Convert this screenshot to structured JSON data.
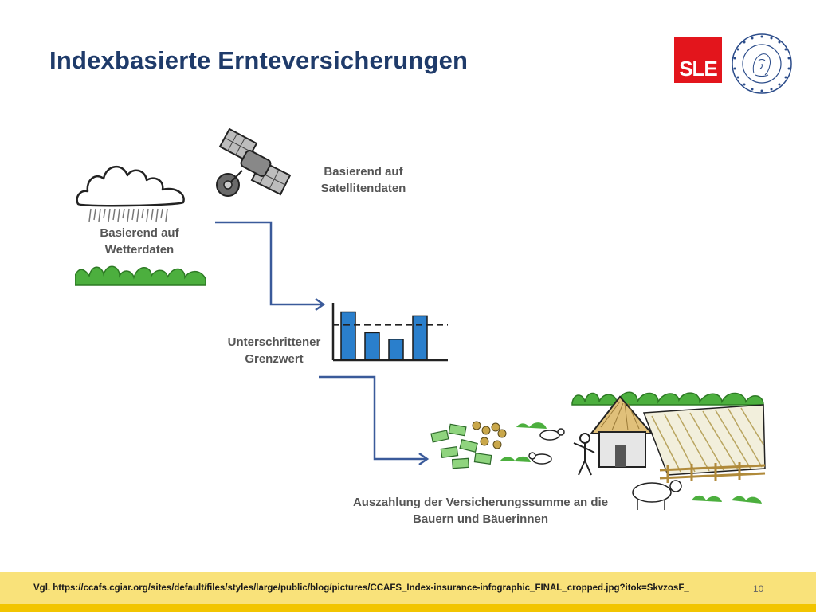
{
  "slide": {
    "title": "Indexbasierte Ernteversicherungen",
    "page_number": "10",
    "source_note": "Vgl. https://ccafs.cgiar.org/sites/default/files/styles/large/public/blog/pictures/CCAFS_Index-insurance-infographic_FINAL_cropped.jpg?itok=SkvzosF_"
  },
  "logos": {
    "sle": "SLE",
    "seal_icon": "humboldt-university-seal-icon"
  },
  "diagram": {
    "weather_label": "Basierend auf\nWetterdaten",
    "satellite_label": "Basierend auf\nSatellitendaten",
    "threshold_label": "Unterschrittener\nGrenzwert",
    "payout_label": "Auszahlung der Versicherungssumme an die\nBauern und Bäuerinnen",
    "bar_chart_bars": [
      0.85,
      0.48,
      0.36,
      0.78
    ],
    "threshold_level": 0.62,
    "colors": {
      "arrow": "#3a5a9a",
      "bar": "#2a7fcc",
      "grass": "#4caf3e",
      "title": "#1f3b6a",
      "sle_red": "#e3151c"
    }
  }
}
